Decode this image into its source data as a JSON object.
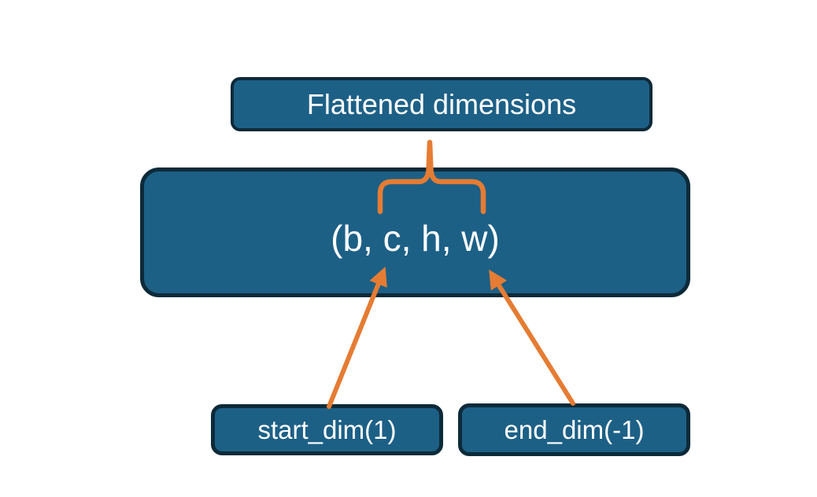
{
  "diagram": {
    "nodes": {
      "flattened": {
        "label": "Flattened dimensions"
      },
      "tensor": {
        "label": "(b, c, h, w)"
      },
      "start_dim": {
        "label": "start_dim(1)"
      },
      "end_dim": {
        "label": "end_dim(-1)"
      }
    },
    "connectors": {
      "brace": "curly-brace-spanning-c-h",
      "start_arrow": "arrow-from-start-dim-to-c",
      "end_arrow": "arrow-from-end-dim-to-w"
    }
  },
  "colors": {
    "box_fill": "#1d6086",
    "box_border": "#0d2a39",
    "connector_orange": "#e57c33",
    "text": "#ffffff",
    "background": "#ffffff"
  }
}
